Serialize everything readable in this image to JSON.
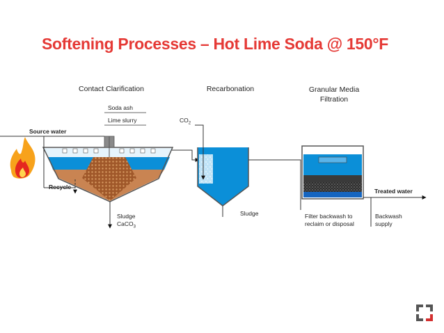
{
  "title": "Softening Processes – Hot Lime Soda @ 150°F",
  "stages": {
    "contact": "Contact Clarification",
    "recarb": "Recarbonation",
    "filter_line1": "Granular Media",
    "filter_line2": "Filtration"
  },
  "labels": {
    "soda_ash": "Soda ash",
    "lime_slurry": "Lime slurry",
    "co2_main": "CO",
    "co2_sub": "2",
    "source_water": "Source water",
    "recycle": "Recycle",
    "sludge1_line1": "Sludge",
    "sludge1_line2_main": "CaCO",
    "sludge1_line2_sub": "3",
    "sludge2": "Sludge",
    "backwash_line1": "Filter backwash to",
    "backwash_line2": "reclaim or disposal",
    "supply_line1": "Backwash",
    "supply_line2": "supply",
    "treated_water": "Treated water"
  },
  "icons": {
    "flame": "flame-icon",
    "logo": "bracket-logo-icon"
  },
  "colors": {
    "title": "#e53935",
    "water": "#0b8fd8",
    "water_light": "#bfe3f7",
    "sludge": "#b66a36",
    "filter_media": "#3a3a3a",
    "logo": "#d32f2f"
  }
}
